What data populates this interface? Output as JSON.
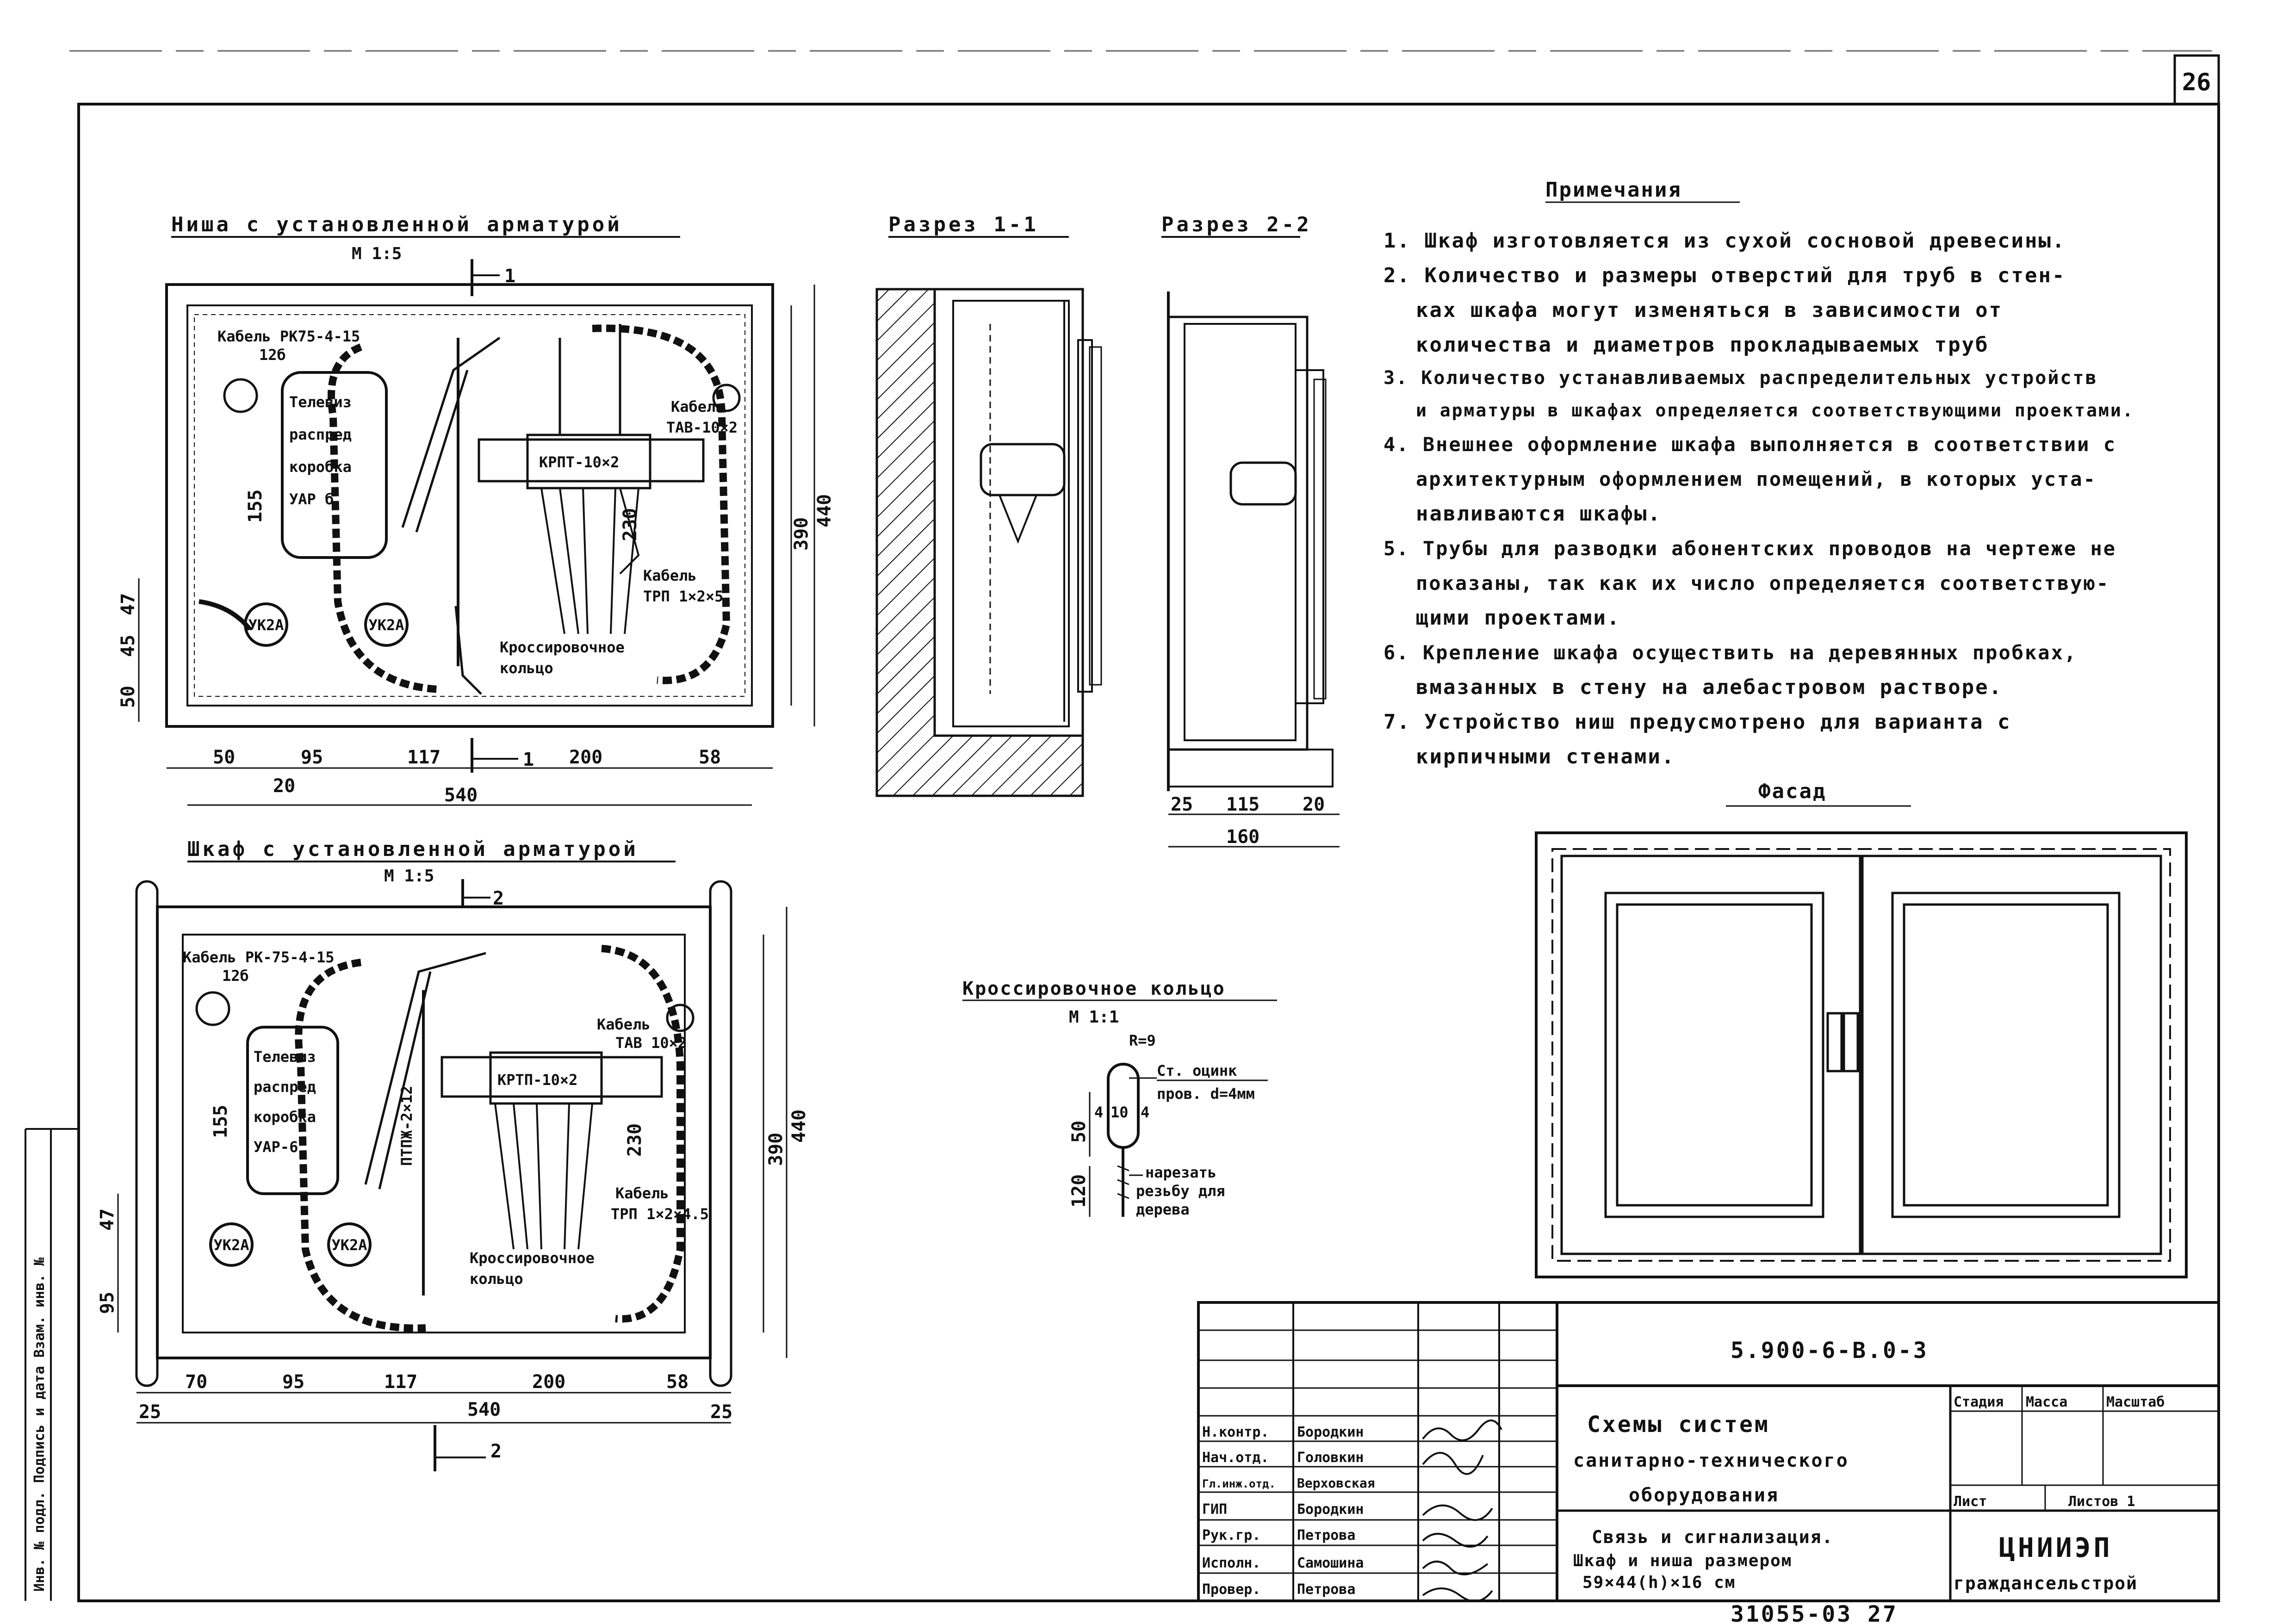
{
  "page_number": "26",
  "bottom_code": "31055-03 27",
  "left_stamp": "Инв. № подл. Подпись и дата Взам. инв. №",
  "niche_view": {
    "title": "Ниша с установленной арматурой",
    "scale": "М 1:5",
    "cable_label": "Кабель РК75-4-15",
    "cable_dim": "12б",
    "box_label": [
      "Телевиз",
      "распред",
      "коробка",
      "УАР б"
    ],
    "cross_box": "КРПТ-10×2",
    "cable2": [
      "Кабель",
      "ТАВ-10×2"
    ],
    "cable3": [
      "Кабель",
      "ТРП 1×2×5"
    ],
    "ring_label": [
      "Кроссировочное",
      "кольцо"
    ],
    "uk_label": "УК2А",
    "dims_bottom": [
      "50",
      "95",
      "117",
      "200",
      "58"
    ],
    "dim_20": "20",
    "dim_total": "540",
    "dims_left": [
      "50",
      "45",
      "47"
    ],
    "dim_155": "155",
    "dim_230": "230",
    "dims_right": [
      "390",
      "440"
    ],
    "section_mark_top": "1",
    "section_mark_bottom": "1"
  },
  "section_1": {
    "title": "Разрез 1-1"
  },
  "section_2": {
    "title": "Разрез 2-2",
    "dims": [
      "25",
      "115",
      "20"
    ],
    "dim_total": "160"
  },
  "notes": {
    "title": "Примечания",
    "items": [
      "1. Шкаф изготовляется из сухой сосновой древесины.",
      "2. Количество и размеры отверстий для труб в стен-",
      "ках шкафа могут изменяться в зависимости от",
      "количества и диаметров прокладываемых труб",
      "3. Количество устанавливаемых распределительных устройств",
      "и арматуры в шкафах определяется соответствующими проектами.",
      "4. Внешнее оформление шкафа выполняется в соответствии с",
      "архитектурным оформлением помещений, в которых уста-",
      "навливаются шкафы.",
      "5. Трубы для разводки абонентских проводов на чертеже не",
      "показаны, так как их число определяется соответствую-",
      "щими проектами.",
      "6. Крепление шкафа осуществить на деревянных пробках,",
      "вмазанных в стену на алебастровом растворе.",
      "7. Устройство ниш предусмотрено для варианта с",
      "кирпичными стенами."
    ]
  },
  "facade": {
    "title": "Фасад"
  },
  "cabinet_view": {
    "title": "Шкаф с установленной арматурой",
    "scale": "М 1:5",
    "cable_label": "Кабель РК-75-4-15",
    "cable_dim": "12б",
    "box_label": [
      "Телевиз",
      "распред",
      "коробка",
      "УАР-6"
    ],
    "cross_box": "КРТП-10×2",
    "pipe_label": "ПТПЖ-2×12",
    "cable2": [
      "Кабель",
      "ТАВ 10×2"
    ],
    "cable3": [
      "Кабель",
      "ТРП 1×2×4.5"
    ],
    "ring_label": [
      "Кроссировочное",
      "кольцо"
    ],
    "uk_label": "УК2А",
    "dims_bottom": [
      "70",
      "95",
      "117",
      "200",
      "58"
    ],
    "dim_25": "25",
    "dim_total": "540",
    "dims_left": [
      "95",
      "47"
    ],
    "dim_155": "155",
    "dim_230": "230",
    "dims_right": [
      "390",
      "440"
    ],
    "section_mark_top": "2",
    "section_mark_bottom": "2"
  },
  "ring_detail": {
    "title": "Кроссировочное кольцо",
    "scale": "М 1:1",
    "label1": "Ст. оцинк",
    "label2": "пров. d=4мм",
    "label3": [
      "нарезать",
      "резьбу для",
      "дерева"
    ],
    "dims": [
      "50",
      "120",
      "10",
      "4",
      "4",
      "R=9"
    ]
  },
  "title_block": {
    "code": "5.900-6-В.0-3",
    "roles": [
      "Н.контр.",
      "Нач.отд.",
      "Гл.инж.отд.",
      "ГИП",
      "Рук.гр.",
      "Исполн.",
      "Провер."
    ],
    "names": [
      "Бородкин",
      "Головкин",
      "Верховская",
      "Бородкин",
      "Петрова",
      "Самошина",
      "Петрова"
    ],
    "title_lines": [
      "Схемы систем",
      "санитарно-технического",
      "оборудования"
    ],
    "sheet_title": [
      "Связь и сигнализация.",
      "Шкаф и ниша размером",
      "59×44(h)×16 см"
    ],
    "col_headers": [
      "Стадия",
      "Масса",
      "Масштаб"
    ],
    "sheet_label": "Лист",
    "sheets_label": "Листов 1",
    "org": [
      "ЦНИИЭП",
      "граждансельстрой"
    ]
  }
}
